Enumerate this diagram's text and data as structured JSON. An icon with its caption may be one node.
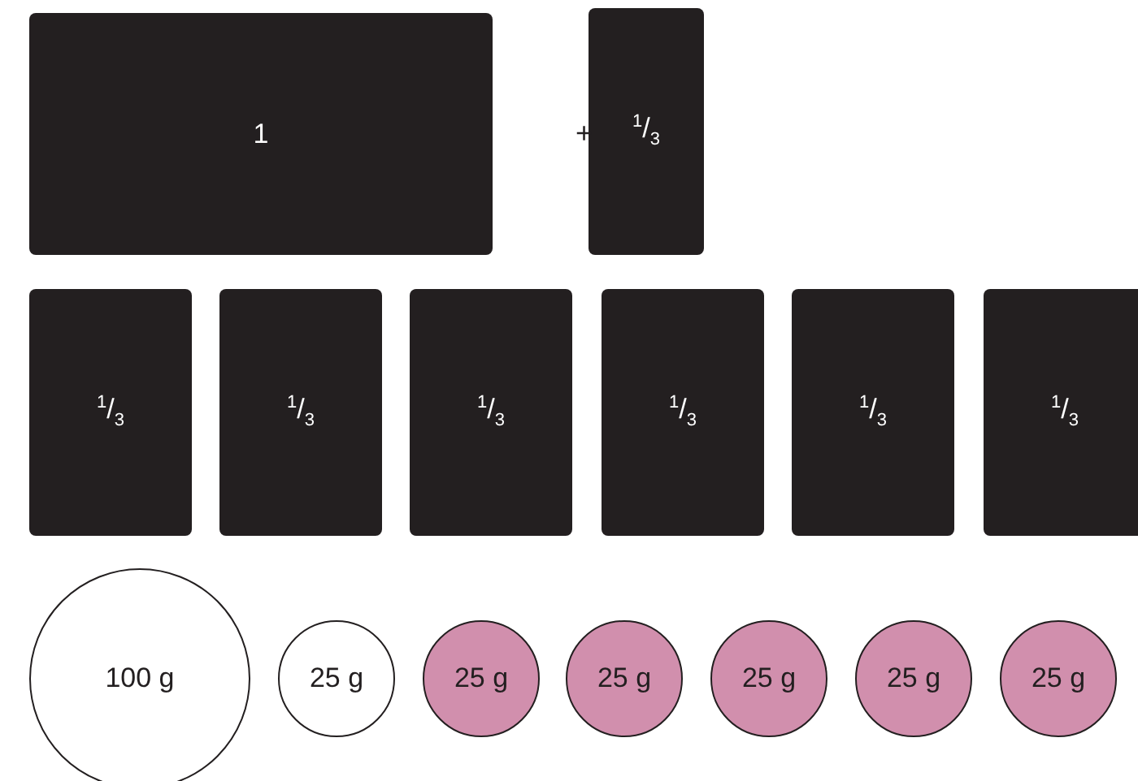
{
  "diagram": {
    "nodes": [
      {
        "text": [
          "1"
        ]
      },
      {
        "text": [
          "$^{1}$/$_{3}$"
        ]
      },
      {
        "text": [
          "$^{1}$/$_{3}$"
        ]
      },
      {
        "text": [
          "$^{1}$/$_{3}$"
        ]
      },
      {
        "text": [
          "$^{1}$/$_{3}$"
        ]
      },
      {
        "text": [
          "$^{1}$/$_{3}$"
        ]
      },
      {
        "text": [
          "$^{1}$/$_{3}$"
        ]
      },
      {
        "text": [
          "$^{1}$/$_{3}$"
        ]
      },
      {
        "text": [
          "100 g"
        ]
      },
      {
        "text": [
          "25 g"
        ]
      },
      {
        "text": [
          "25 g"
        ]
      },
      {
        "text": [
          "25 g"
        ]
      },
      {
        "text": [
          "25 g"
        ]
      },
      {
        "text": [
          "25 g"
        ]
      },
      {
        "text": [
          "25 g"
        ]
      }
    ],
    "edges": [],
    "labels": [
      "+"
    ]
  }
}
